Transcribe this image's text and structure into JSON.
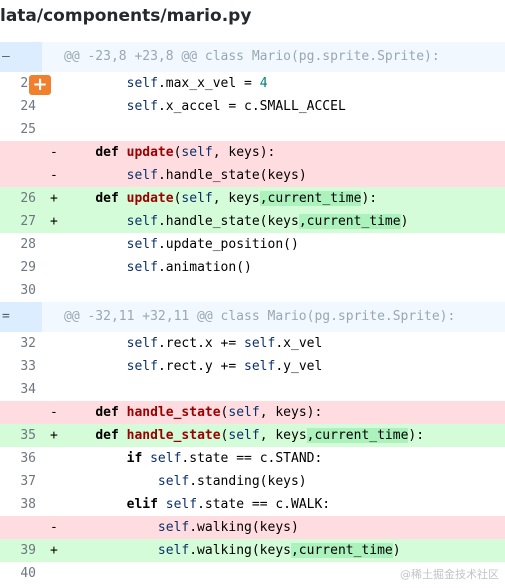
{
  "file": {
    "path": "lata/components/mario.py"
  },
  "watermark": "@稀土掘金技术社区",
  "rows": [
    {
      "type": "hunk",
      "gutter": "–",
      "text": "@@ -23,8 +23,8 @@ class Mario(pg.sprite.Sprite):"
    },
    {
      "type": "ctx",
      "num": "24",
      "marker": "",
      "text": "        self.max_x_vel = 4"
    },
    {
      "type": "ctx",
      "num": "24",
      "marker": "",
      "text": "        self.x_accel = c.SMALL_ACCEL"
    },
    {
      "type": "ctx",
      "num": "25",
      "marker": "",
      "text": ""
    },
    {
      "type": "del",
      "num": "",
      "marker": "-",
      "text": "    def update(self, keys):"
    },
    {
      "type": "del",
      "num": "",
      "marker": "-",
      "text": "        self.handle_state(keys)"
    },
    {
      "type": "add",
      "num": "26",
      "marker": "+",
      "text": "    def update(self, keys,current_time):"
    },
    {
      "type": "add",
      "num": "27",
      "marker": "+",
      "text": "        self.handle_state(keys,current_time)"
    },
    {
      "type": "ctx",
      "num": "28",
      "marker": "",
      "text": "        self.update_position()"
    },
    {
      "type": "ctx",
      "num": "29",
      "marker": "",
      "text": "        self.animation()"
    },
    {
      "type": "ctx",
      "num": "30",
      "marker": "",
      "text": ""
    },
    {
      "type": "hunk",
      "gutter": "=",
      "text": "@@ -32,11 +32,11 @@ class Mario(pg.sprite.Sprite):"
    },
    {
      "type": "ctx",
      "num": "32",
      "marker": "",
      "text": "        self.rect.x += self.x_vel"
    },
    {
      "type": "ctx",
      "num": "33",
      "marker": "",
      "text": "        self.rect.y += self.y_vel"
    },
    {
      "type": "ctx",
      "num": "34",
      "marker": "",
      "text": ""
    },
    {
      "type": "del",
      "num": "",
      "marker": "-",
      "text": "    def handle_state(self, keys):"
    },
    {
      "type": "add",
      "num": "35",
      "marker": "+",
      "text": "    def handle_state(self, keys,current_time):"
    },
    {
      "type": "ctx",
      "num": "36",
      "marker": "",
      "text": "        if self.state == c.STAND:"
    },
    {
      "type": "ctx",
      "num": "37",
      "marker": "",
      "text": "            self.standing(keys)"
    },
    {
      "type": "ctx",
      "num": "38",
      "marker": "",
      "text": "        elif self.state == c.WALK:"
    },
    {
      "type": "del",
      "num": "",
      "marker": "-",
      "text": "            self.walking(keys)"
    },
    {
      "type": "add",
      "num": "39",
      "marker": "+",
      "text": "            self.walking(keys,current_time)"
    },
    {
      "type": "ctx",
      "num": "40",
      "marker": "",
      "text": ""
    }
  ],
  "colors": {
    "add_bg": "#d4fcd8",
    "del_bg": "#ffdce0",
    "hunk_bg": "#f1f8ff",
    "plus_button": "#f07f2e"
  },
  "icons": {
    "expand": "plus-icon"
  }
}
